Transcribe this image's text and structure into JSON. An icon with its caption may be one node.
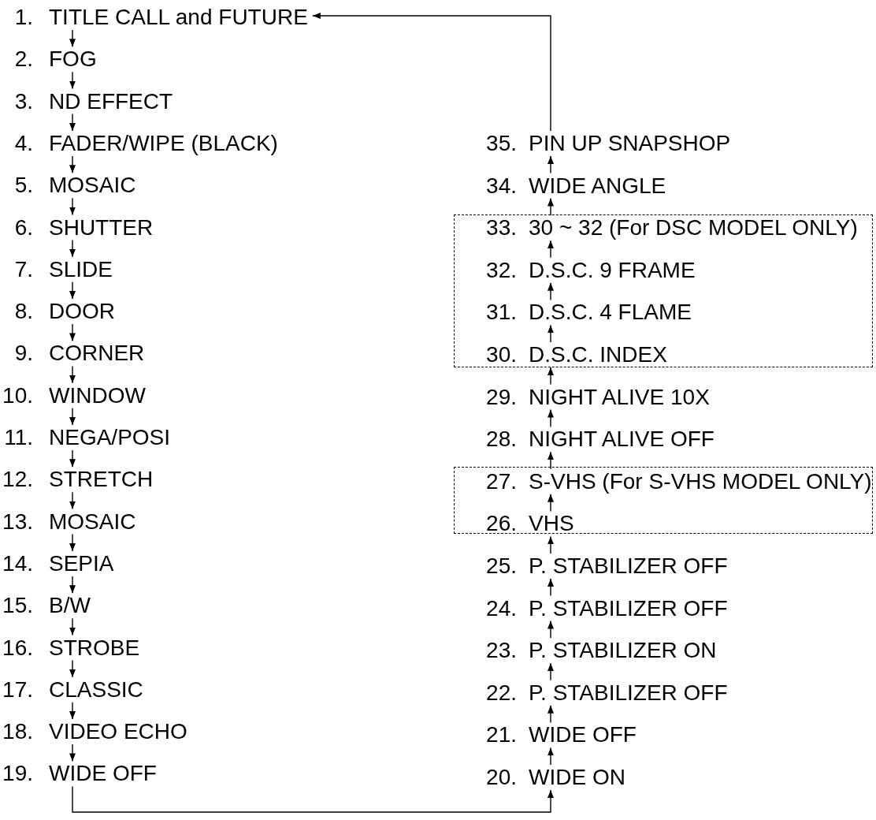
{
  "diagram": {
    "nodes": [
      {
        "text": [
          "1.",
          "TITLE CALL and FUTURE"
        ]
      },
      {
        "text": [
          "2.",
          "FOG"
        ]
      },
      {
        "text": [
          "3.",
          "ND EFFECT"
        ]
      },
      {
        "text": [
          "4.",
          "FADER/WIPE (BLACK)"
        ]
      },
      {
        "text": [
          "5.",
          "MOSAIC"
        ]
      },
      {
        "text": [
          "6.",
          "SHUTTER"
        ]
      },
      {
        "text": [
          "7.",
          "SLIDE"
        ]
      },
      {
        "text": [
          "8.",
          "DOOR"
        ]
      },
      {
        "text": [
          "9.",
          "CORNER"
        ]
      },
      {
        "text": [
          "10.",
          "WINDOW"
        ]
      },
      {
        "text": [
          "11.",
          "NEGA/POSI"
        ]
      },
      {
        "text": [
          "12.",
          "STRETCH"
        ]
      },
      {
        "text": [
          "13.",
          "MOSAIC"
        ]
      },
      {
        "text": [
          "14.",
          "SEPIA"
        ]
      },
      {
        "text": [
          "15.",
          "B/W"
        ]
      },
      {
        "text": [
          "16.",
          "STROBE"
        ]
      },
      {
        "text": [
          "17.",
          "CLASSIC"
        ]
      },
      {
        "text": [
          "18.",
          "VIDEO ECHO"
        ]
      },
      {
        "text": [
          "19.",
          "WIDE OFF"
        ]
      },
      {
        "text": [
          "35.",
          "PIN UP SNAPSHOP"
        ]
      },
      {
        "text": [
          "34.",
          "WIDE ANGLE"
        ]
      },
      {
        "text": [],
        "shape": "box"
      },
      {
        "text": [
          "33.",
          "30 ~ 32 (For DSC MODEL ONLY)"
        ],
        "in": 21
      },
      {
        "text": [
          "32.",
          "D.S.C. 9 FRAME"
        ],
        "in": 21
      },
      {
        "text": [
          "31.",
          "D.S.C. 4 FLAME"
        ],
        "in": 21
      },
      {
        "text": [
          "30.",
          "D.S.C. INDEX"
        ],
        "in": 21
      },
      {
        "text": [
          "29.",
          "NIGHT ALIVE 10X"
        ]
      },
      {
        "text": [
          "28.",
          "NIGHT ALIVE OFF"
        ]
      },
      {
        "text": [],
        "shape": "box"
      },
      {
        "text": [
          "27.",
          "S-VHS (For S-VHS MODEL ONLY)"
        ],
        "in": 28
      },
      {
        "text": [
          "26.",
          "VHS"
        ],
        "in": 28
      },
      {
        "text": [
          "25.",
          "P. STABILIZER OFF"
        ]
      },
      {
        "text": [
          "24.",
          "P. STABILIZER OFF"
        ]
      },
      {
        "text": [
          "23.",
          "P. STABILIZER ON"
        ]
      },
      {
        "text": [
          "22.",
          "P. STABILIZER OFF"
        ]
      },
      {
        "text": [
          "21.",
          "WIDE OFF"
        ]
      },
      {
        "text": [
          "20.",
          "WIDE ON"
        ]
      }
    ],
    "edges": [
      {
        "from": 0,
        "to": 1,
        "arrow": "to"
      },
      {
        "from": 1,
        "to": 2,
        "arrow": "to"
      },
      {
        "from": 2,
        "to": 3,
        "arrow": "to"
      },
      {
        "from": 3,
        "to": 4,
        "arrow": "to"
      },
      {
        "from": 4,
        "to": 5,
        "arrow": "to"
      },
      {
        "from": 5,
        "to": 6,
        "arrow": "to"
      },
      {
        "from": 6,
        "to": 7,
        "arrow": "to"
      },
      {
        "from": 7,
        "to": 8,
        "arrow": "to"
      },
      {
        "from": 8,
        "to": 9,
        "arrow": "to"
      },
      {
        "from": 9,
        "to": 10,
        "arrow": "to"
      },
      {
        "from": 10,
        "to": 11,
        "arrow": "to"
      },
      {
        "from": 11,
        "to": 12,
        "arrow": "to"
      },
      {
        "from": 12,
        "to": 13,
        "arrow": "to"
      },
      {
        "from": 13,
        "to": 14,
        "arrow": "to"
      },
      {
        "from": 14,
        "to": 15,
        "arrow": "to"
      },
      {
        "from": 15,
        "to": 16,
        "arrow": "to"
      },
      {
        "from": 16,
        "to": 17,
        "arrow": "to"
      },
      {
        "from": 17,
        "to": 18,
        "arrow": "to"
      },
      {
        "from": 18,
        "to": 36,
        "arrow": "to"
      },
      {
        "from": 36,
        "to": 35,
        "arrow": "to"
      },
      {
        "from": 35,
        "to": 34,
        "arrow": "to"
      },
      {
        "from": 34,
        "to": 33,
        "arrow": "to"
      },
      {
        "from": 33,
        "to": 32,
        "arrow": "to"
      },
      {
        "from": 32,
        "to": 31,
        "arrow": "to"
      },
      {
        "from": 31,
        "to": 30,
        "arrow": "to"
      },
      {
        "from": 30,
        "to": 29,
        "arrow": "to"
      },
      {
        "from": 29,
        "to": 27,
        "arrow": "to"
      },
      {
        "from": 27,
        "to": 26,
        "arrow": "to"
      },
      {
        "from": 26,
        "to": 25,
        "arrow": "to"
      },
      {
        "from": 25,
        "to": 24,
        "arrow": "to"
      },
      {
        "from": 24,
        "to": 23,
        "arrow": "to"
      },
      {
        "from": 23,
        "to": 22,
        "arrow": "to"
      },
      {
        "from": 22,
        "to": 20,
        "arrow": "to"
      },
      {
        "from": 20,
        "to": 19,
        "arrow": "to"
      },
      {
        "from": 19,
        "to": 0,
        "arrow": "to"
      }
    ]
  }
}
